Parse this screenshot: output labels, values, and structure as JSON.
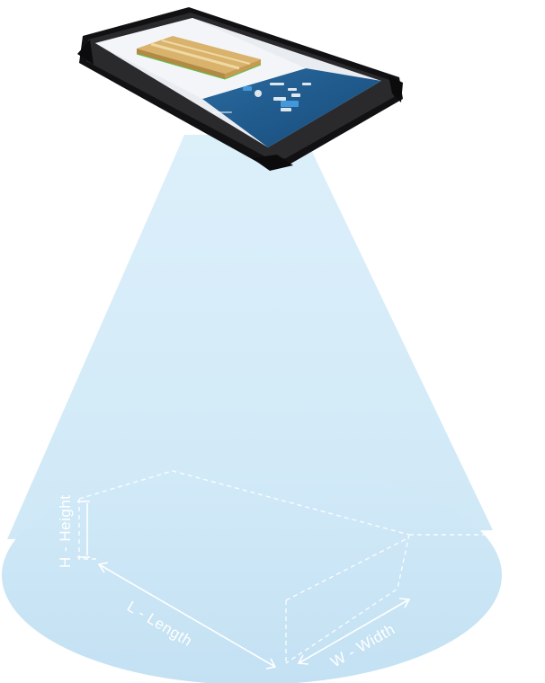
{
  "labels": {
    "height": "H - Height",
    "length": "L - Length",
    "width": "W - Width"
  },
  "colors": {
    "beam": "#cfe9f7",
    "floor": "#c6e3f4",
    "dash": "#ffffff",
    "tablet_body": "#1c1c1e",
    "screen_panel": "#1f5f95",
    "box_top": "#d9b26c"
  },
  "icons": {
    "tablet": "rugged-tablet-icon",
    "box_preview": "cardboard-box-icon"
  }
}
